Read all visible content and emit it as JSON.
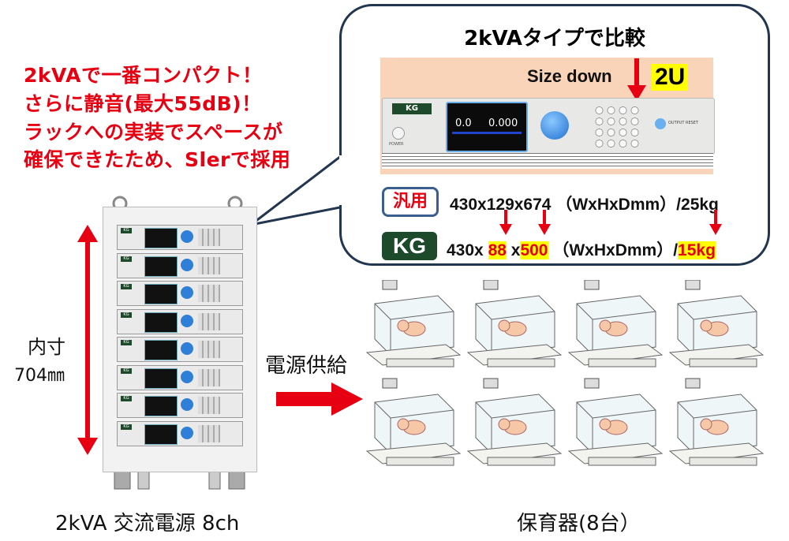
{
  "headline": {
    "lines": [
      "2kVAで一番コンパクト！",
      "さらに静音(最大55dB)！",
      "ラックへの実装でスペースが",
      "確保できたため、Slerで採用"
    ],
    "color": "#e60012"
  },
  "comparison": {
    "title": "2kVAタイプで比較",
    "size_down_label": "Size down",
    "rack_units": "2U",
    "device": {
      "logo": "KG",
      "voltage": "0.0",
      "current": "0.000",
      "power_label": "POWER",
      "output_label": "OUTPUT RESET"
    },
    "general": {
      "badge": "汎用",
      "dims": "430x129x674",
      "unit": "（WxHxDmm）/25kg"
    },
    "kg": {
      "badge": "KG",
      "w": "430x",
      "h": "88",
      "x": "x",
      "d": "500",
      "unit": "（WxHxDmm）/",
      "weight": "15kg"
    }
  },
  "rack": {
    "inner_label": "内寸",
    "inner_value": "704㎜",
    "units": 8,
    "unit_logo": "KG",
    "caption": "2kVA 交流電源 8ch"
  },
  "supply_label": "電源供給",
  "incubators": {
    "count": 8,
    "caption": "保育器(8台）"
  },
  "colors": {
    "accent_red": "#e60012",
    "highlight": "#ffff00",
    "bubble_border": "#22364f",
    "kg_green": "#1c4a2a",
    "peach": "#f9d4b9"
  }
}
